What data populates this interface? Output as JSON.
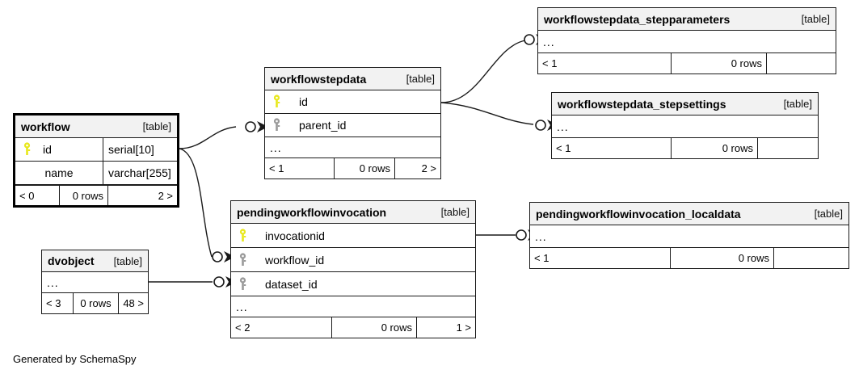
{
  "diagram": {
    "credit": "Generated by SchemaSpy",
    "table_tag": "[table]",
    "ellipsis": "...",
    "colors": {
      "pk_key": "#e8e81c",
      "fk_key": "#9a9a9a",
      "header_bg": "#f2f2f2",
      "border": "#1a1a1a",
      "background": "#ffffff"
    }
  },
  "tables": [
    {
      "id": "workflow",
      "name": "workflow",
      "tag": "[table]",
      "focal": true,
      "columns": [
        {
          "name": "id",
          "type": "serial[10]",
          "key": "pk"
        },
        {
          "name": "name",
          "type": "varchar[255]",
          "key": "none"
        }
      ],
      "ellipsis": null,
      "footer": {
        "left": "< 0",
        "mid": "0 rows",
        "right": "2 >"
      }
    },
    {
      "id": "workflowstepdata",
      "name": "workflowstepdata",
      "tag": "[table]",
      "focal": false,
      "columns": [
        {
          "name": "id",
          "type": "",
          "key": "pk"
        },
        {
          "name": "parent_id",
          "type": "",
          "key": "fk"
        }
      ],
      "ellipsis": "...",
      "footer": {
        "left": "< 1",
        "mid": "0 rows",
        "right": "2 >"
      }
    },
    {
      "id": "workflowstepdata_stepparameters",
      "name": "workflowstepdata_stepparameters",
      "tag": "[table]",
      "focal": false,
      "columns": [],
      "ellipsis": "...",
      "footer": {
        "left": "< 1",
        "mid": "0 rows",
        "right": ""
      }
    },
    {
      "id": "workflowstepdata_stepsettings",
      "name": "workflowstepdata_stepsettings",
      "tag": "[table]",
      "focal": false,
      "columns": [],
      "ellipsis": "...",
      "footer": {
        "left": "< 1",
        "mid": "0 rows",
        "right": ""
      }
    },
    {
      "id": "pendingworkflowinvocation",
      "name": "pendingworkflowinvocation",
      "tag": "[table]",
      "focal": false,
      "columns": [
        {
          "name": "invocationid",
          "type": "",
          "key": "pk"
        },
        {
          "name": "workflow_id",
          "type": "",
          "key": "fk"
        },
        {
          "name": "dataset_id",
          "type": "",
          "key": "fk"
        }
      ],
      "ellipsis": "...",
      "footer": {
        "left": "< 2",
        "mid": "0 rows",
        "right": "1 >"
      }
    },
    {
      "id": "pendingworkflowinvocation_localdata",
      "name": "pendingworkflowinvocation_localdata",
      "tag": "[table]",
      "focal": false,
      "columns": [],
      "ellipsis": "...",
      "footer": {
        "left": "< 1",
        "mid": "0 rows",
        "right": ""
      }
    },
    {
      "id": "dvobject",
      "name": "dvobject",
      "tag": "[table]",
      "focal": false,
      "columns": [],
      "ellipsis": "...",
      "footer": {
        "left": "< 3",
        "mid": "0 rows",
        "right": "48 >"
      }
    }
  ],
  "relationships": [
    {
      "from": "workflow.id",
      "to": "workflowstepdata.parent_id"
    },
    {
      "from": "workflow.id",
      "to": "pendingworkflowinvocation.workflow_id"
    },
    {
      "from": "workflowstepdata.id",
      "to": "workflowstepdata_stepparameters"
    },
    {
      "from": "workflowstepdata.id",
      "to": "workflowstepdata_stepsettings"
    },
    {
      "from": "pendingworkflowinvocation.invocationid",
      "to": "pendingworkflowinvocation_localdata"
    },
    {
      "from": "dvobject",
      "to": "pendingworkflowinvocation.dataset_id"
    }
  ]
}
